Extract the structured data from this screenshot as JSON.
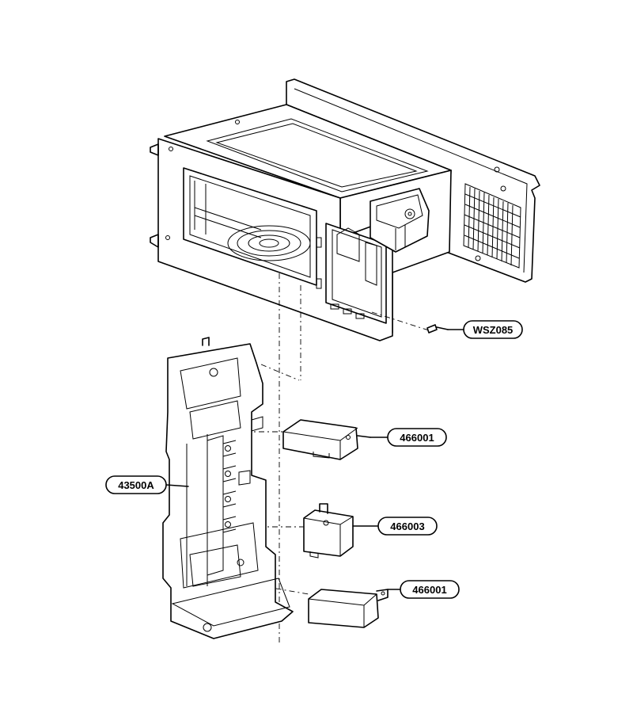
{
  "diagram": {
    "callouts": [
      {
        "id": "wsz085",
        "label": "WSZ085"
      },
      {
        "id": "466001a",
        "label": "466001"
      },
      {
        "id": "43500a",
        "label": "43500A"
      },
      {
        "id": "466003",
        "label": "466003"
      },
      {
        "id": "466001b",
        "label": "466001"
      }
    ]
  }
}
